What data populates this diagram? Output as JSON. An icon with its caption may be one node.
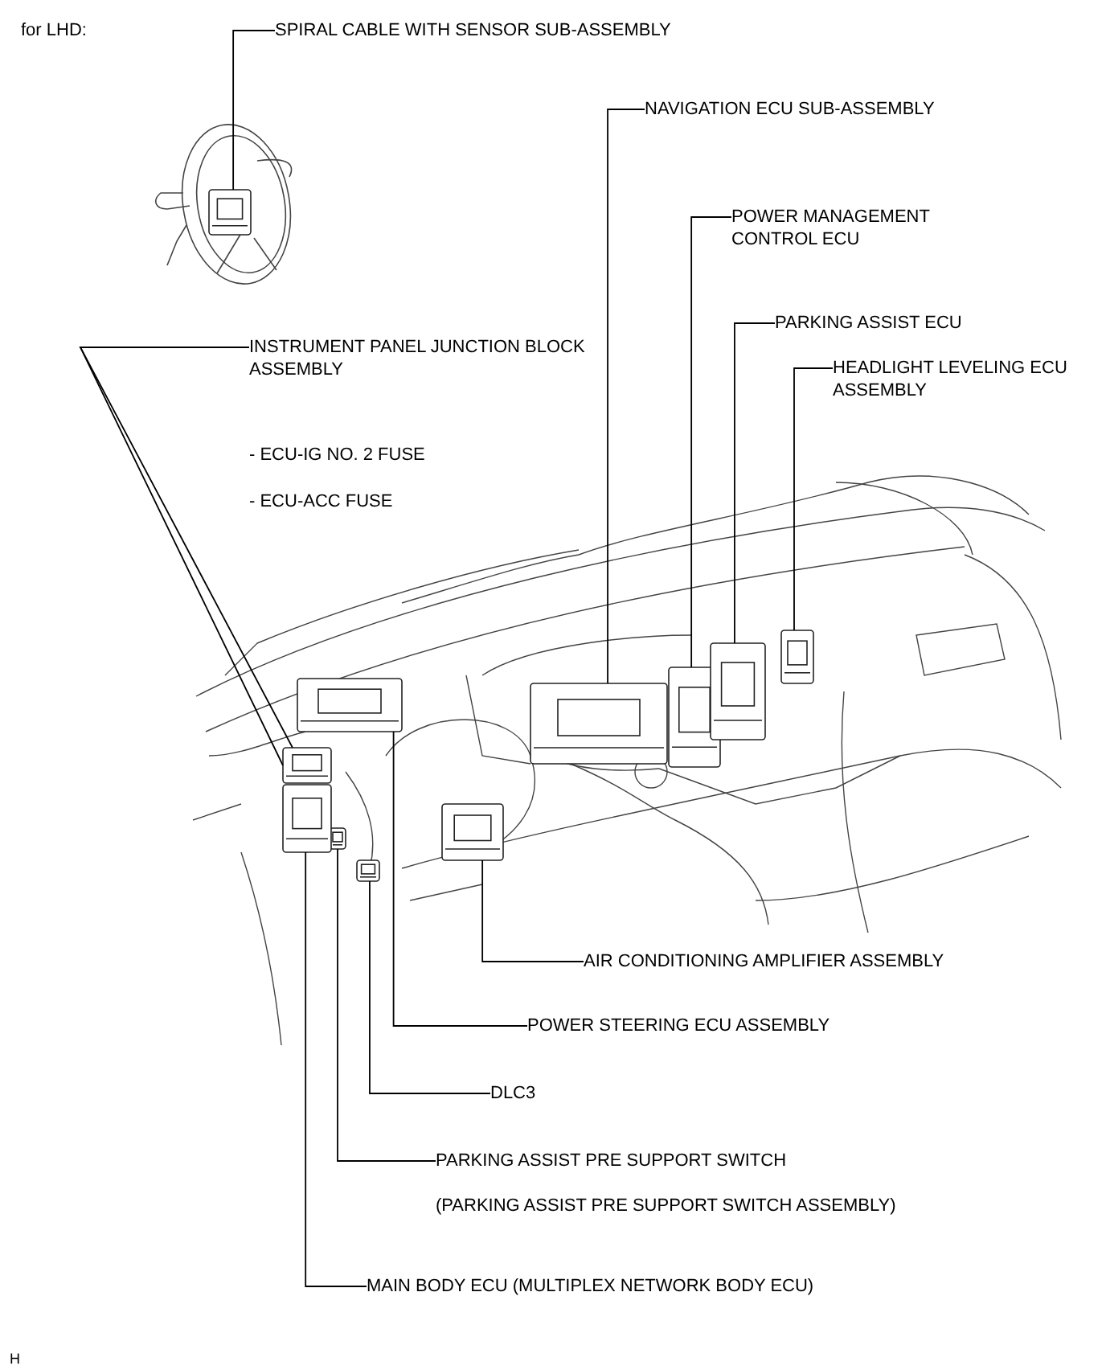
{
  "diagram": {
    "nodes": [
      {
        "text": [
          "SPIRAL CABLE WITH SENSOR SUB-ASSEMBLY"
        ]
      },
      {
        "text": [],
        "shape": "picture"
      },
      {
        "text": [
          "NAVIGATION ECU SUB-ASSEMBLY"
        ]
      },
      {
        "text": [],
        "shape": "picture"
      },
      {
        "text": [
          "POWER MANAGEMENT CONTROL ECU"
        ]
      },
      {
        "text": [],
        "shape": "picture"
      },
      {
        "text": [
          "PARKING ASSIST ECU"
        ]
      },
      {
        "text": [],
        "shape": "picture"
      },
      {
        "text": [
          "HEADLIGHT LEVELING ECU ASSEMBLY"
        ]
      },
      {
        "text": [],
        "shape": "picture"
      },
      {
        "text": [
          "INSTRUMENT PANEL JUNCTION BLOCK ASSEMBLY"
        ],
        "beside": [
          "- ECU-IG NO. 2 FUSE",
          "- ECU-ACC FUSE"
        ]
      },
      {
        "text": [],
        "shape": "picture"
      },
      {
        "text": [
          "AIR CONDITIONING AMPLIFIER ASSEMBLY"
        ]
      },
      {
        "text": [],
        "shape": "picture"
      },
      {
        "text": [
          "POWER STEERING ECU ASSEMBLY"
        ]
      },
      {
        "text": [],
        "shape": "picture"
      },
      {
        "text": [
          "DLC3"
        ]
      },
      {
        "text": [],
        "shape": "picture"
      },
      {
        "text": [
          "PARKING ASSIST PRE SUPPORT SWITCH"
        ],
        "beside": [
          "(PARKING ASSIST PRE SUPPORT SWITCH ASSEMBLY)"
        ]
      },
      {
        "text": [],
        "shape": "picture"
      },
      {
        "text": [
          "MAIN BODY ECU (MULTIPLEX NETWORK BODY ECU)"
        ]
      },
      {
        "text": [],
        "shape": "picture"
      }
    ],
    "edges": [
      {
        "from": 0,
        "to": 1,
        "arrow": "none"
      },
      {
        "from": 2,
        "to": 3,
        "arrow": "none"
      },
      {
        "from": 4,
        "to": 5,
        "arrow": "none"
      },
      {
        "from": 6,
        "to": 7,
        "arrow": "none"
      },
      {
        "from": 8,
        "to": 9,
        "arrow": "none"
      },
      {
        "from": 10,
        "to": 11,
        "arrow": "none"
      },
      {
        "from": 10,
        "to": 11,
        "arrow": "none"
      },
      {
        "from": 12,
        "to": 13,
        "arrow": "none"
      },
      {
        "from": 14,
        "to": 15,
        "arrow": "none"
      },
      {
        "from": 16,
        "to": 17,
        "arrow": "none"
      },
      {
        "from": 18,
        "to": 19,
        "arrow": "none"
      },
      {
        "from": 20,
        "to": 21,
        "arrow": "none"
      }
    ],
    "labels": [
      "for LHD:",
      "H"
    ]
  }
}
